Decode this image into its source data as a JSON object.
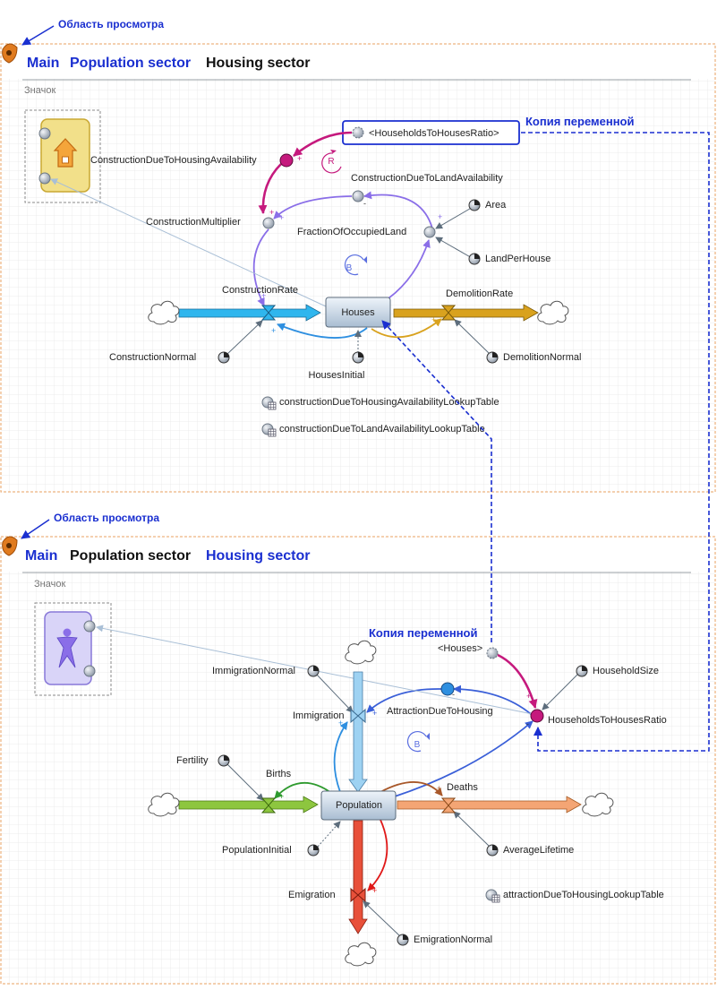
{
  "viewport_label": "Область просмотра",
  "copy_label": "Копия переменной",
  "icon_label": "Значок",
  "tabs": [
    {
      "label": "Main"
    },
    {
      "label": "Population sector"
    },
    {
      "label": "Housing sector"
    }
  ],
  "housing": {
    "stock": "Houses",
    "flows": {
      "construction": "ConstructionRate",
      "demolition": "DemolitionRate"
    },
    "variables": {
      "construction_multiplier": "ConstructionMultiplier",
      "due_housing": "ConstructionDueToHousingAvailability",
      "due_land": "ConstructionDueToLandAvailability",
      "fraction": "FractionOfOccupiedLand",
      "area": "Area",
      "land_per_house": "LandPerHouse",
      "construction_normal": "ConstructionNormal",
      "houses_initial": "HousesInitial",
      "demolition_normal": "DemolitionNormal",
      "ratio_shadow": "<HouseholdsToHousesRatio>"
    },
    "tables": [
      "constructionDueToHousingAvailabilityLookupTable",
      "constructionDueToLandAvailabilityLookupTable"
    ],
    "loops": {
      "r": "R",
      "b": "B"
    }
  },
  "population": {
    "stock": "Population",
    "flows": {
      "births": "Births",
      "deaths": "Deaths",
      "immigration": "Immigration",
      "emigration": "Emigration"
    },
    "variables": {
      "immigration_normal": "ImmigrationNormal",
      "fertility": "Fertility",
      "population_initial": "PopulationInitial",
      "average_lifetime": "AverageLifetime",
      "emigration_normal": "EmigrationNormal",
      "attraction": "AttractionDueToHousing",
      "households_ratio": "HouseholdsToHousesRatio",
      "household_size": "HouseholdSize",
      "houses_shadow": "<Houses>"
    },
    "tables": [
      "attractionDueToHousingLookupTable"
    ],
    "loops": {
      "b": "B"
    }
  },
  "signs": {
    "plus": "+",
    "minus": "-"
  },
  "colors": {
    "accent_blue": "#1a2fd0",
    "panel_border": "#e8a060",
    "houses_icon": "#f2e08a",
    "population_icon": "#d9d4f8",
    "construction_flow": "#2fb6ee",
    "demolition_flow": "#d9a21e",
    "births_flow": "#8dc63f",
    "deaths_flow": "#f4a574",
    "immigration_flow": "#9ed2f2",
    "emigration_flow": "#e8503a",
    "reinforcing": "#c5197d"
  }
}
